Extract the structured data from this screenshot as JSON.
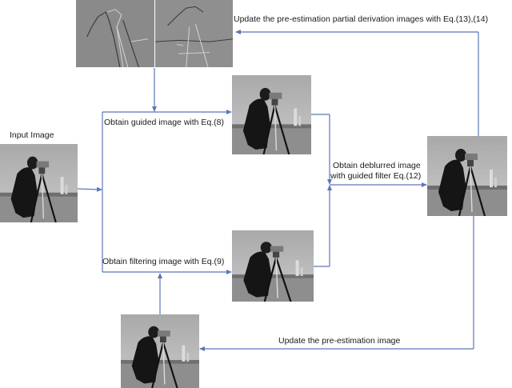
{
  "diagram": {
    "title": "Guided-filter deblurring iterative flow",
    "colors": {
      "arrow": "#5b78b8",
      "text": "#1a1a1a",
      "derivative_bg": "#8a8a8a"
    },
    "labels": {
      "input_image": "Input Image",
      "guided": "Obtain guided image  with Eq.(8)",
      "filtering": "Obtain filtering image  with Eq.(9)",
      "deblur_line1": "Obtain deblurred image",
      "deblur_line2": "with guided filter Eq.(12)",
      "update_derivation": "Update the pre-estimation partial derivation images with Eq.(13),(14)",
      "update_image": "Update the pre-estimation image"
    },
    "nodes": [
      {
        "id": "derivative-x",
        "type": "image",
        "content": "partial derivation image (horizontal)"
      },
      {
        "id": "derivative-y",
        "type": "image",
        "content": "partial derivation image (vertical)"
      },
      {
        "id": "input",
        "type": "image",
        "content": "cameraman input image"
      },
      {
        "id": "guided",
        "type": "image",
        "content": "guided image"
      },
      {
        "id": "filtering",
        "type": "image",
        "content": "filtering image"
      },
      {
        "id": "deblurred",
        "type": "image",
        "content": "deblurred image"
      },
      {
        "id": "pre-estimation",
        "type": "image",
        "content": "pre-estimation image"
      }
    ],
    "edges": [
      {
        "from": "input",
        "to": "guided",
        "label": "Obtain guided image  with Eq.(8)"
      },
      {
        "from": "input",
        "to": "filtering",
        "label": "Obtain filtering image  with Eq.(9)"
      },
      {
        "from": "derivative-x",
        "to": "guided"
      },
      {
        "from": "pre-estimation",
        "to": "filtering"
      },
      {
        "from": "guided",
        "to": "deblurred",
        "label": "Obtain deblurred image with guided filter Eq.(12)"
      },
      {
        "from": "filtering",
        "to": "deblurred"
      },
      {
        "from": "deblurred",
        "to": "derivative-y",
        "label": "Update the pre-estimation partial derivation images with Eq.(13),(14)"
      },
      {
        "from": "deblurred",
        "to": "pre-estimation",
        "label": "Update the pre-estimation image"
      }
    ]
  }
}
